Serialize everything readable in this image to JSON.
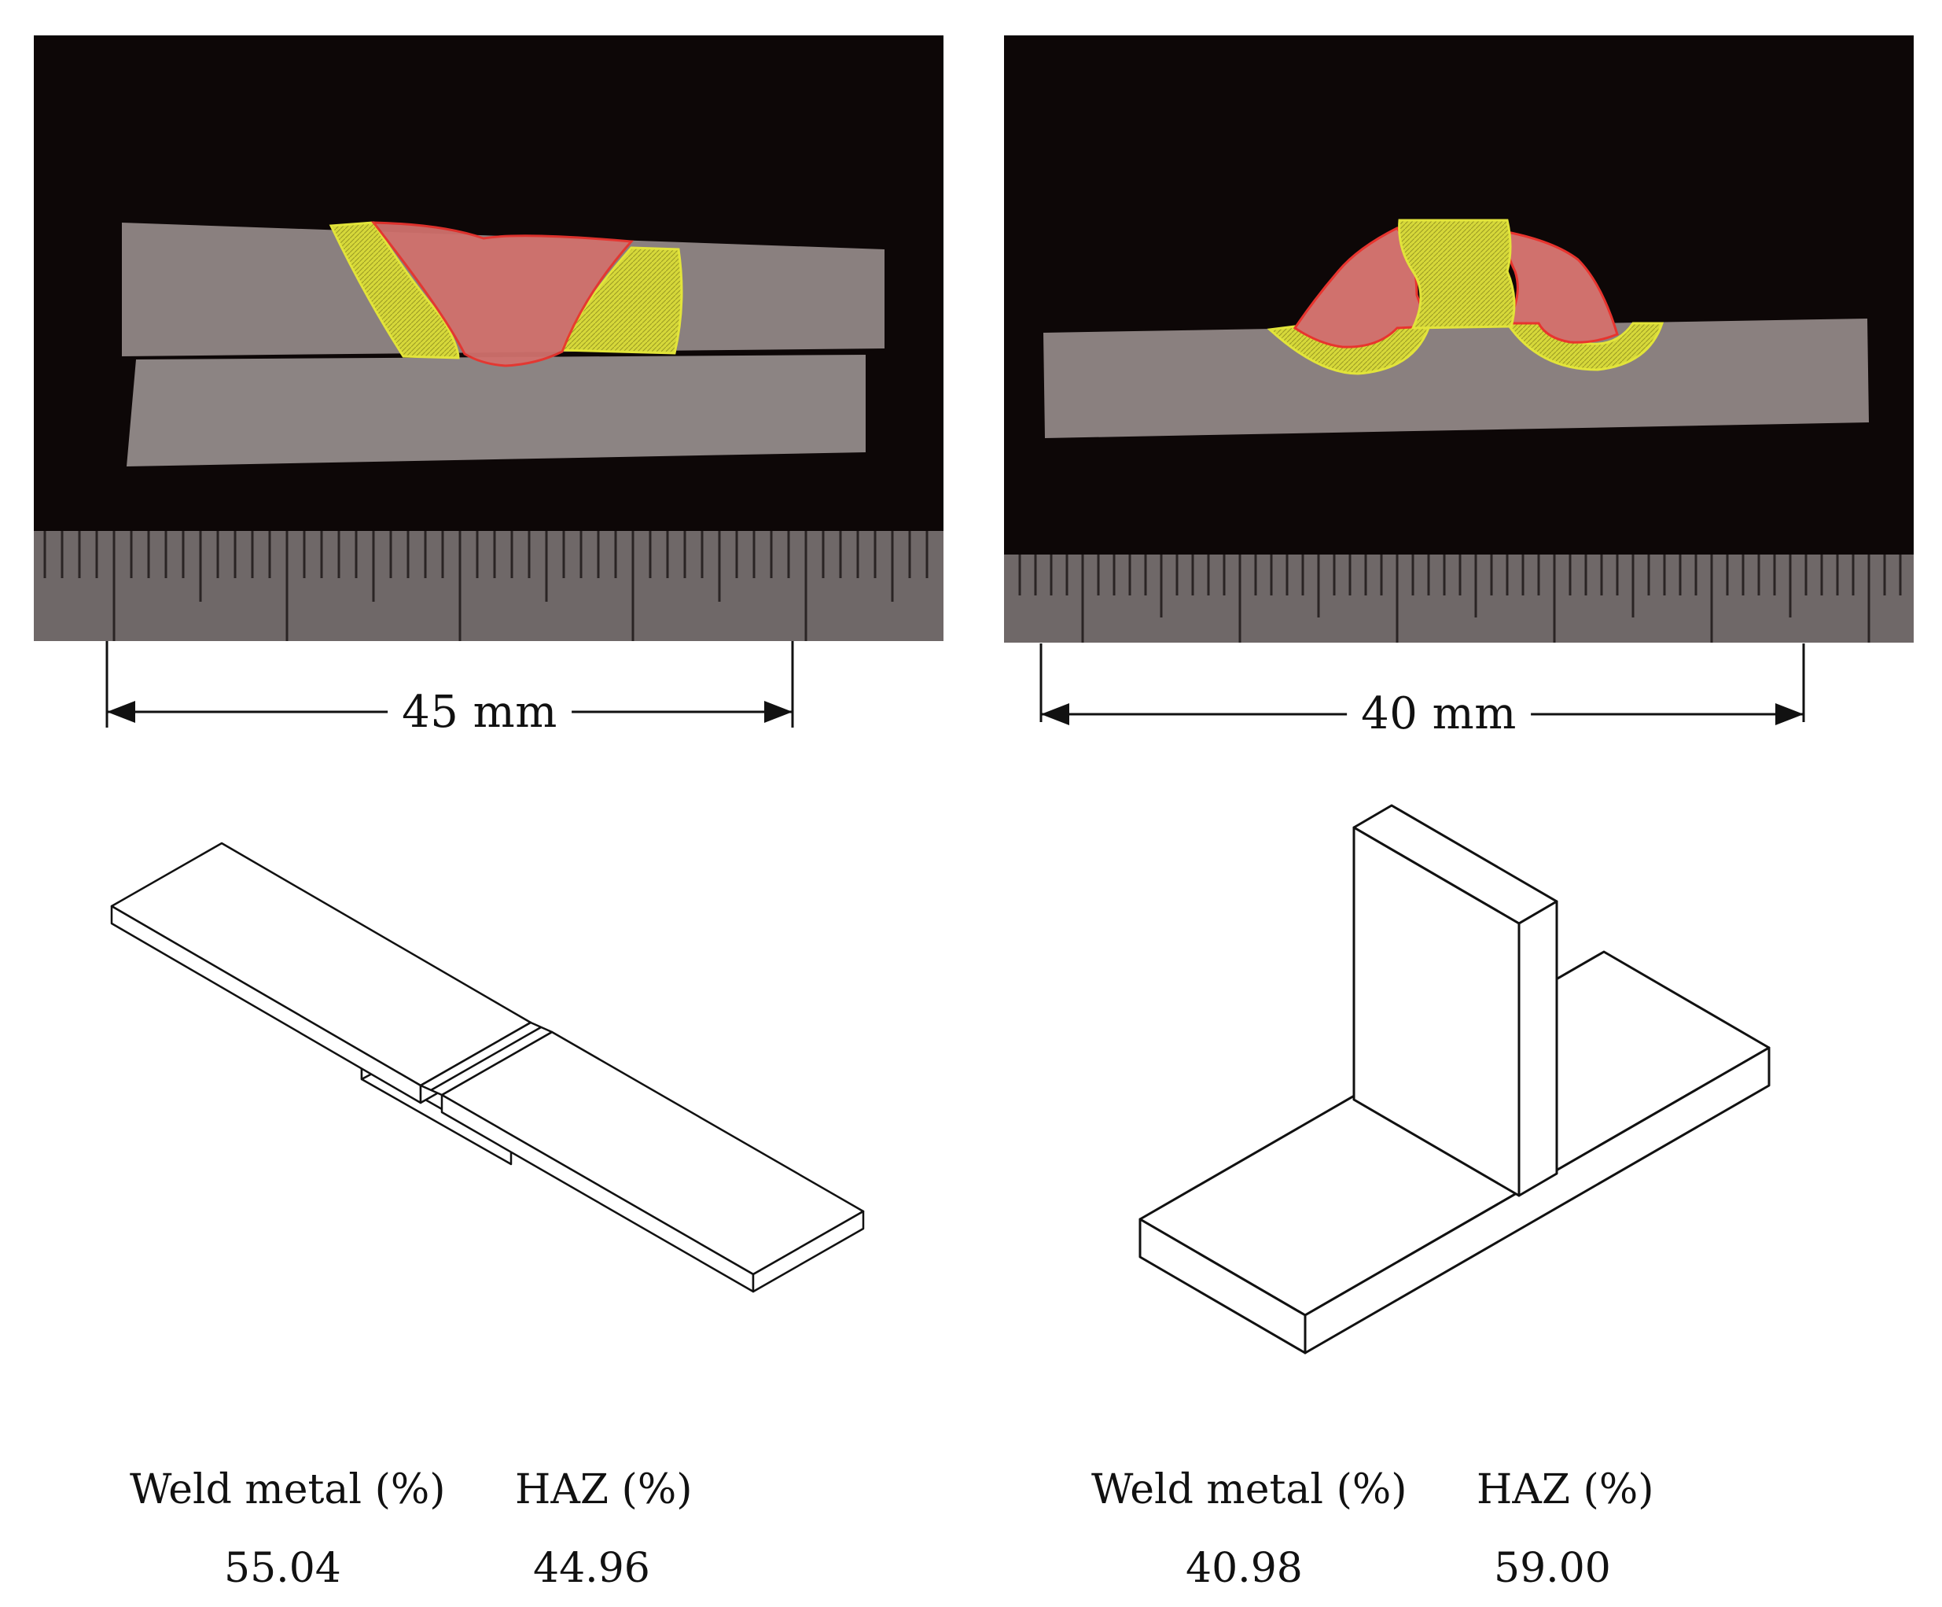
{
  "figure": {
    "panels": [
      {
        "id": "lap-joint",
        "dimension_label": "45 mm",
        "table": {
          "headers": [
            "Weld metal (%)",
            "HAZ (%)"
          ],
          "values": [
            "55.04",
            "44.96"
          ]
        }
      },
      {
        "id": "t-joint",
        "dimension_label": "40 mm",
        "table": {
          "headers": [
            "Weld metal (%)",
            "HAZ (%)"
          ],
          "values": [
            "40.98",
            "59.00"
          ]
        }
      }
    ],
    "colors": {
      "weld_metal": "#e8736e",
      "haz": "#d6d83a",
      "background_photo": "#0d0707",
      "specimen": "#8a807f",
      "ruler": "#6f6868"
    }
  }
}
